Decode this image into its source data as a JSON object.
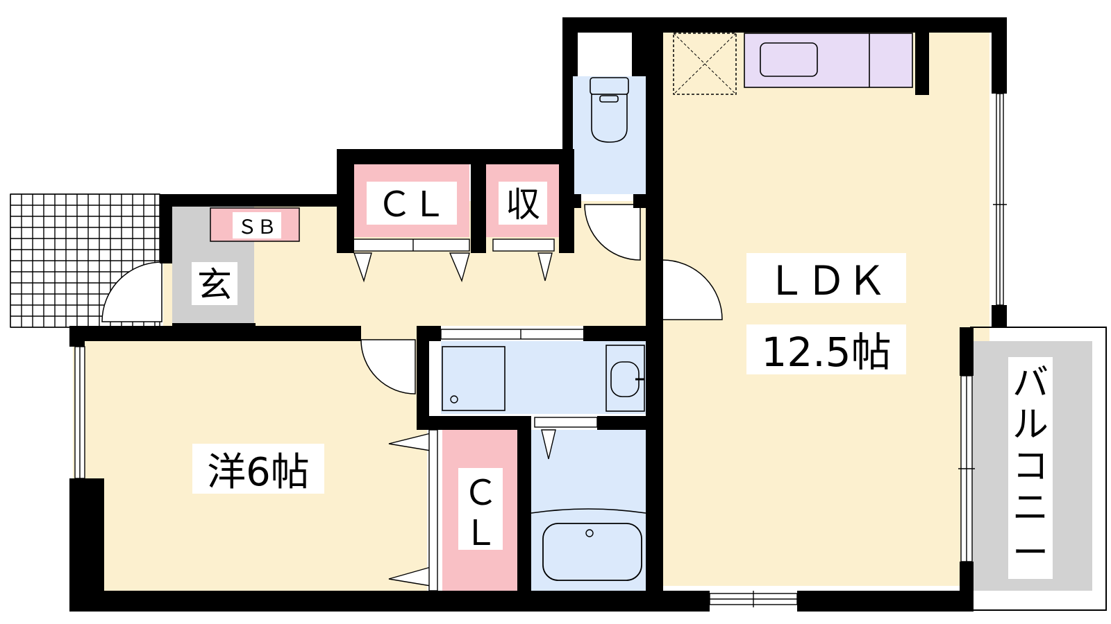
{
  "rooms": {
    "ldk_name": "ＬＤＫ",
    "ldk_size": "12.5帖",
    "western_room": "洋6帖",
    "closet_upper": "ＣＬ",
    "storage": "収",
    "shoe_box": "ＳＢ",
    "entrance": "玄",
    "closet_lower_c": "Ｃ",
    "closet_lower_l": "Ｌ",
    "balcony": [
      "バ",
      "ル",
      "コ",
      "ニ",
      "ー"
    ]
  },
  "colors": {
    "floor": "#fcf0cf",
    "wet_area": "#dbe9fb",
    "closet": "#f9c0c5",
    "kitchen": "#e8dcf6",
    "entrance": "#cfcfcf",
    "balcony": "#d2d2d2",
    "wall": "#000000"
  }
}
